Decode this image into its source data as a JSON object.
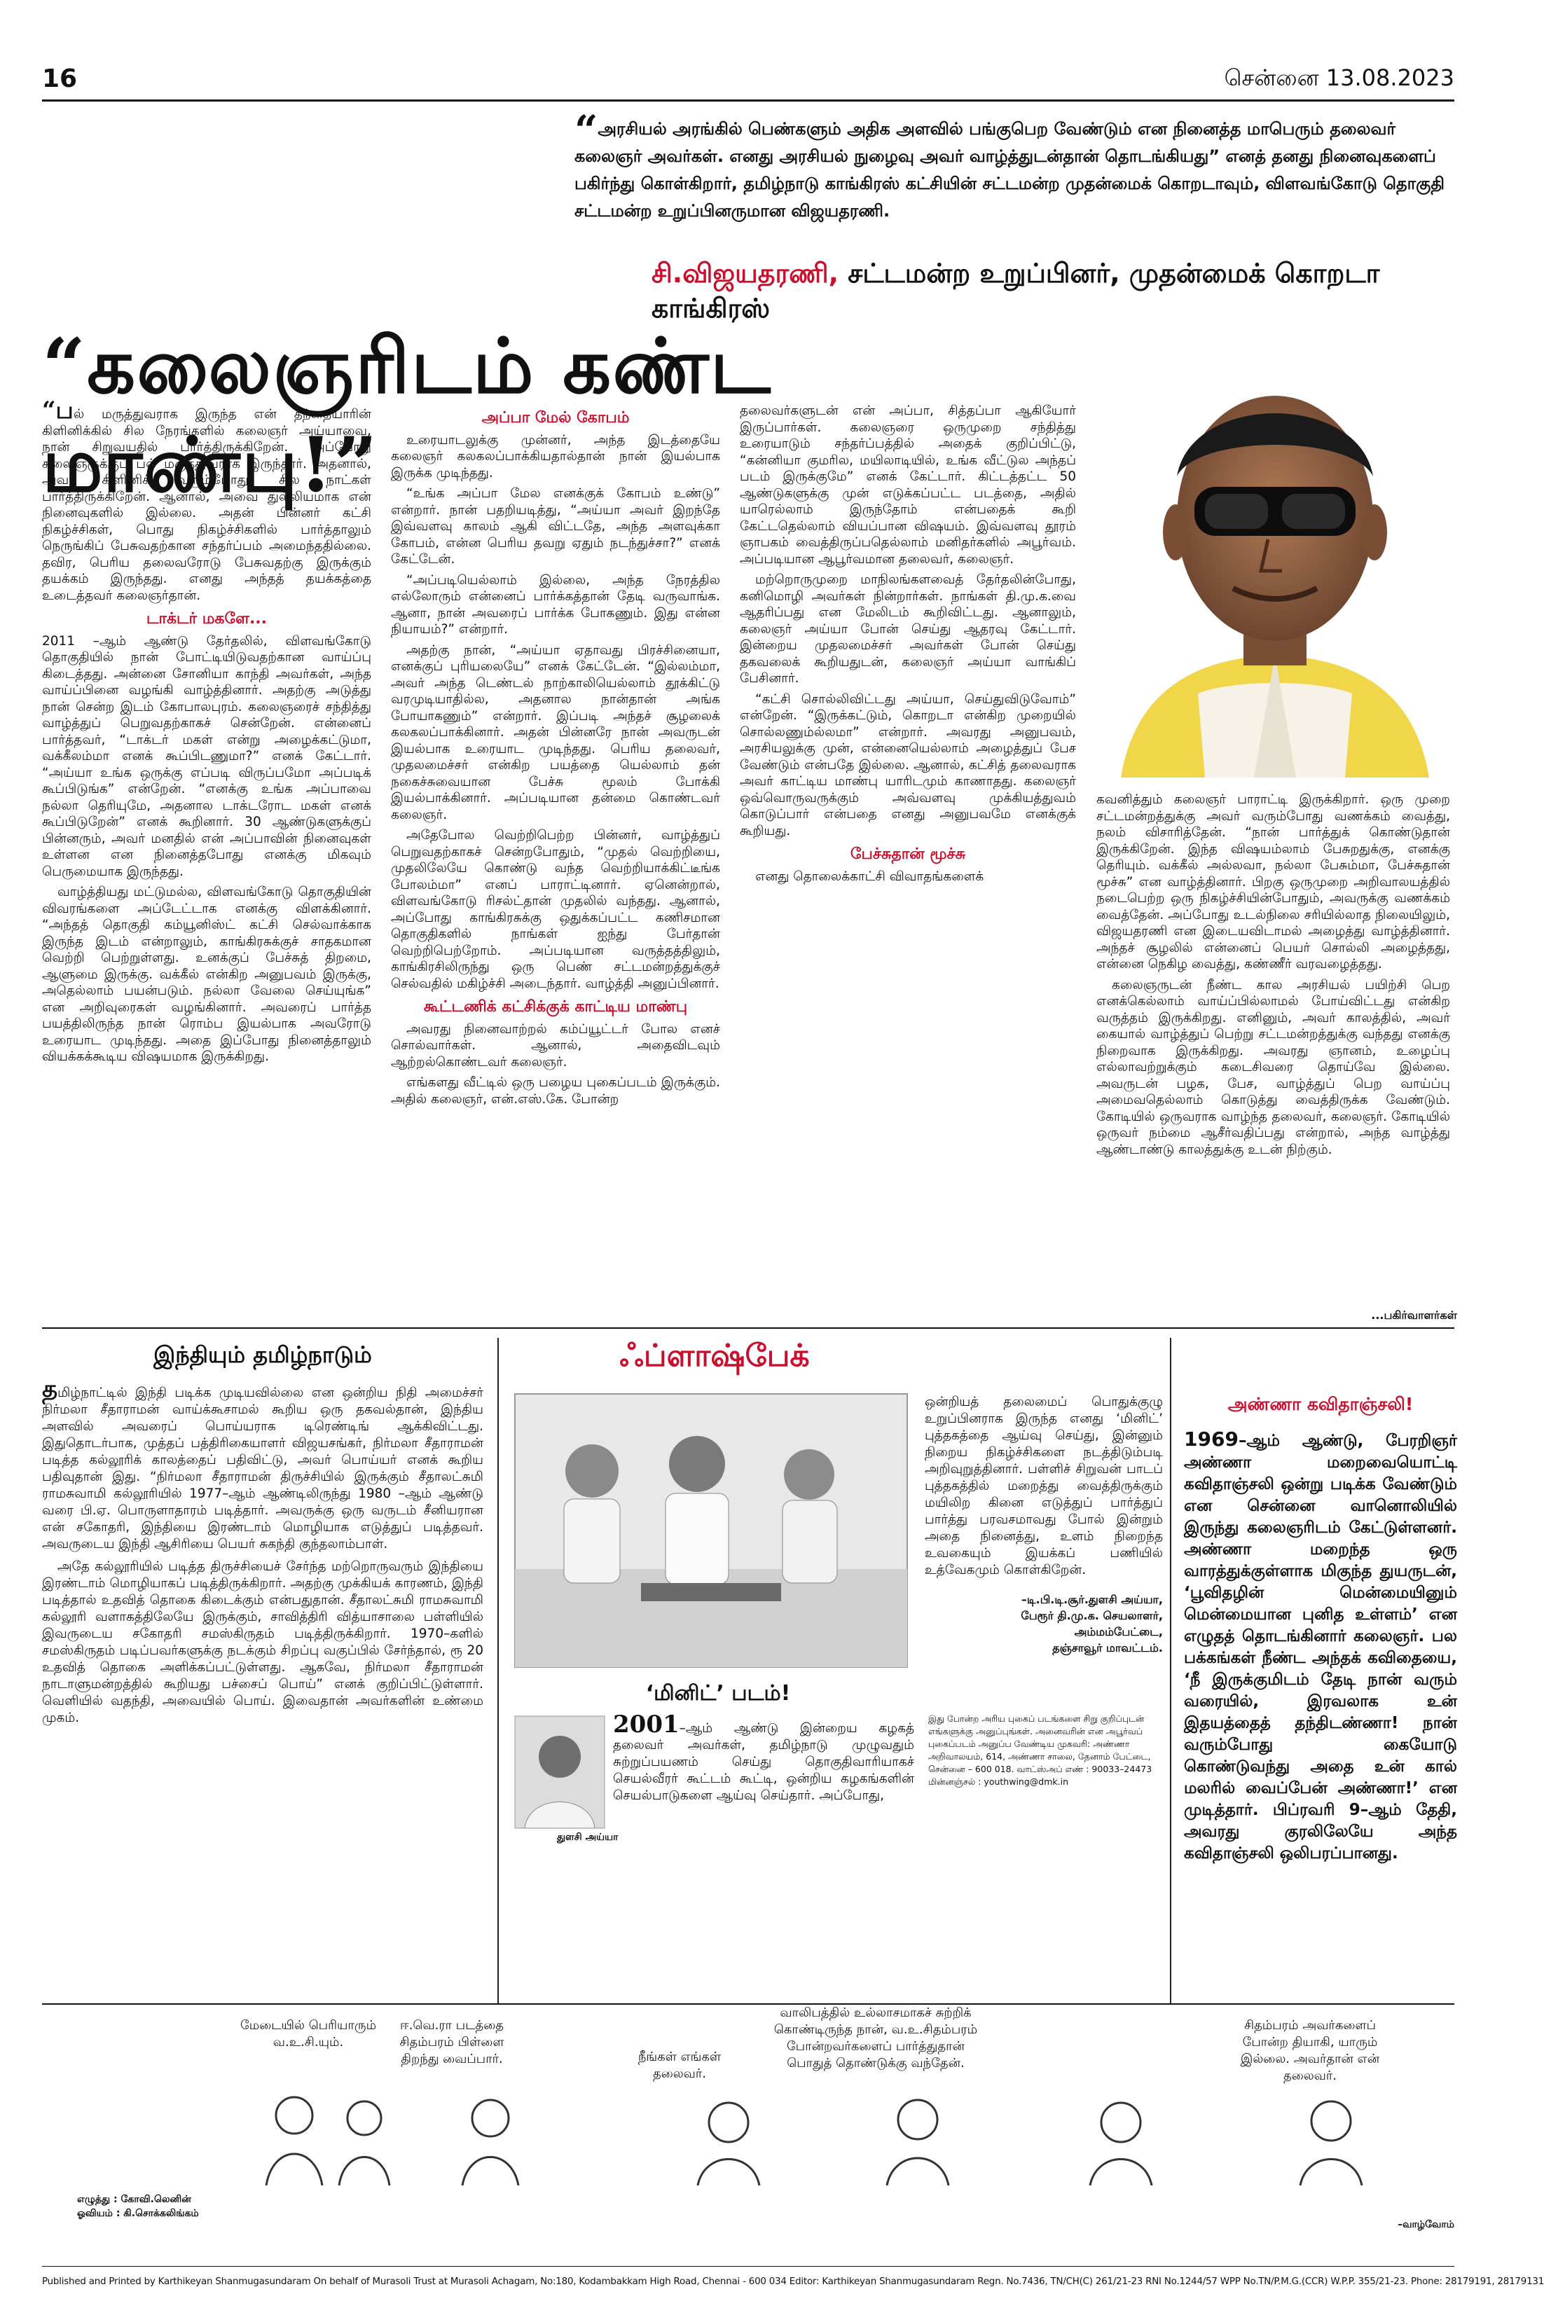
{
  "header": {
    "page_number": "16",
    "date": "சென்னை 13.08.2023"
  },
  "top_quote": "அரசியல் அரங்கில் பெண்களும் அதிக அளவில் பங்குபெற வேண்டும் என நினைத்த மாபெரும் தலைவர் கலைஞர் அவர்கள். எனது அரசியல் நுழைவு அவர் வாழ்த்துடன்தான் தொடங்கியது” எனத் தனது நினைவுகளைப் பகிர்ந்து கொள்கிறார், தமிழ்நாடு காங்கிரஸ் கட்சியின் சட்டமன்ற முதன்மைக் கொறடாவும், விளவங்கோடு தொகுதி சட்டமன்ற உறுப்பினருமான விஜயதரணி.",
  "byline": {
    "name": "சி.விஜயதரணி,",
    "role": " சட்டமன்ற உறுப்பினர், முதன்மைக் கொறடா காங்கிரஸ்"
  },
  "headline": "“கலைஞரிடம் கண்ட மாண்பு!”",
  "col1": {
    "p1": "ல் மருத்துவராக இருந்த என் தந்தையாரின் கிளினிக்கில் சில நேரங்களில் கலைஞர் அய்யாவை, நான் சிறுவயதில் பார்த்திருக்கிறேன். அப்போது கலைஞருக்குப் பல் மருத்துவராக இருந்தார். அதனால், அவர் கிளினிக் வரும்போது, சில நாட்கள் பார்த்திருக்கிறேன். ஆனால், அவை துல்லியமாக என் நினைவுகளில் இல்லை. அதன் பின்னர் கட்சி நிகழ்ச்சிகள், பொது நிகழ்ச்சிகளில் பார்த்தாலும் நெருங்கிப் பேசுவதற்கான சந்தர்ப்பம் அமைந்ததில்லை. தவிர, பெரிய தலைவரோடு பேசுவதற்கு இருக்கும் தயக்கம் இருந்தது. எனது அந்தத் தயக்கத்தை உடைத்தவர் கலைஞர்தான்.",
    "sub1": "டாக்டர் மகளே...",
    "p2": "2011 –ஆம் ஆண்டு தேர்தலில், விளவங்கோடு தொகுதியில் நான் போட்டியிடுவதற்கான வாய்ப்பு கிடைத்தது. அன்னை சோனியா காந்தி அவர்கள், அந்த வாய்ப்பினை வழங்கி வாழ்த்தினார். அதற்கு அடுத்து நான் சென்ற இடம் கோபாலபுரம். கலைஞரைச் சந்தித்து வாழ்த்துப் பெறுவதற்காகச் சென்றேன். என்னைப் பார்த்தவர், “டாக்டர் மகள் என்று அழைக்கட்டுமா, வக்கீலம்மா எனக் கூப்பிடணுமா?” எனக் கேட்டார். “அய்யா உங்க ஒருக்கு எப்படி விருப்பமோ அப்படிக் கூப்பிடுங்க” என்றேன். “எனக்கு உங்க அப்பாவை நல்லா தெரியுமே, அதனால டாக்டரோட மகள் எனக் கூப்பிடுறேன்” எனக் கூறினார். 30 ஆண்டுகளுக்குப் பின்னரும், அவர் மனதில் என் அப்பாவின் நினைவுகள் உள்ளன என நினைத்தபோது எனக்கு மிகவும் பெருமையாக இருந்தது.",
    "p3": "வாழ்த்தியது மட்டுமல்ல, விளவங்கோடு தொகுதியின் விவரங்களை அப்டேட்டாக எனக்கு விளக்கினார். “அந்தத் தொகுதி கம்யூனிஸ்ட் கட்சி செல்வாக்காக இருந்த இடம் என்றாலும், காங்கிரசுக்குச் சாதகமான வெற்றி பெற்றுள்ளது. உனக்குப் பேச்சுத் திறமை, ஆளுமை இருக்கு. வக்கீல் என்கிற அனுபவம் இருக்கு, அதெல்லாம் பயன்படும். நல்லா வேலை செய்யுங்க” என அறிவுரைகள் வழங்கினார். அவரைப் பார்த்த பயத்திலிருந்த நான் ரொம்ப இயல்பாக அவரோடு உரையாட முடிந்தது. அதை இப்போது நினைத்தாலும் வியக்கக்கூடிய விஷயமாக இருக்கிறது."
  },
  "col2": {
    "sub1": "அப்பா மேல் கோபம்",
    "p1": "உரையாடலுக்கு முன்னர், அந்த இடத்தையே கலைஞர் கலகலப்பாக்கியதால்தான் நான் இயல்பாக இருக்க முடிந்தது.",
    "p2": "“உங்க அப்பா மேல எனக்குக் கோபம் உண்டு” என்றார். நான் பதறியடித்து, “அய்யா அவர் இறந்தே இவ்வளவு காலம் ஆகி விட்டதே, அந்த அளவுக்கா கோபம், என்ன பெரிய தவறு ஏதும் நடந்துச்சா?” எனக் கேட்டேன்.",
    "p3": "“அப்படியெல்லாம் இல்லை, அந்த நேரத்தில எல்லோரும் என்னைப் பார்க்கத்தான் தேடி வருவாங்க. ஆனா, நான் அவரைப் பார்க்க போகணும். இது என்ன நியாயம்?” என்றார்.",
    "p4": "அதற்கு நான், “அய்யா ஏதாவது பிரச்சினையா, எனக்குப் புரியலையே” எனக் கேட்டேன். “இல்லம்மா, அவர் அந்த டெண்டல் நாற்காலியெல்லாம் தூக்கிட்டு வரமுடியாதில்ல, அதனால நான்தான் அங்க போயாகணும்” என்றார். இப்படி அந்தச் சூழலைக் கலகலப்பாக்கினார். அதன் பின்னரே நான் அவருடன் இயல்பாக உரையாட முடிந்தது. பெரிய தலைவர், முதலமைச்சர் என்கிற பயத்தை யெல்லாம் தன் நகைச்சுவையான பேச்சு மூலம் போக்கி இயல்பாக்கினார். அப்படியான தன்மை கொண்டவர் கலைஞர்.",
    "p5": "அதேபோல வெற்றிபெற்ற பின்னர், வாழ்த்துப் பெறுவதற்காகச் சென்றபோதும், “முதல் வெற்றியை, முதலிலேயே கொண்டு வந்த வெற்றியாக்கிட்டீங்க போலம்மா” எனப் பாராட்டினார். ஏனென்றால், விளவங்கோடு ரிசல்ட்தான் முதலில் வந்தது. ஆனால், அப்போது காங்கிரசுக்கு ஒதுக்கப்பட்ட கணிசமான தொகுதிகளில் நாங்கள் ஐந்து பேர்தான் வெற்றிபெற்றோம். அப்படியான வருத்தத்திலும், காங்கிரசிலிருந்து ஒரு பெண் சட்டமன்றத்துக்குச் செல்வதில் மகிழ்ச்சி அடைந்தார். வாழ்த்தி அனுப்பினார்.",
    "sub2": "கூட்டணிக் கட்சிக்குக் காட்டிய மாண்பு",
    "p6": "அவரது நினைவாற்றல் கம்ப்யூட்டர் போல எனச் சொல்வார்கள். ஆனால், அதைவிடவும் ஆற்றல்கொண்டவர் கலைஞர்.",
    "p7": "எங்களது வீட்டில் ஒரு பழைய புகைப்படம் இருக்கும். அதில் கலைஞர், என்.எஸ்.கே. போன்ற"
  },
  "col3": {
    "p1": "தலைவர்களுடன் என் அப்பா, சித்தப்பா ஆகியோர் இருப்பார்கள். கலைஞரை ஒருமுறை சந்தித்து உரையாடும் சந்தர்ப்பத்தில் அதைக் குறிப்பிட்டு, “கன்னியா குமரில, மயிலாடியில், உங்க வீட்டுல அந்தப் படம் இருக்குமே” எனக் கேட்டார். கிட்டத்தட்ட 50 ஆண்டுகளுக்கு முன் எடுக்கப்பட்ட படத்தை, அதில் யாரெல்லாம் இருந்தோம் என்பதைக் கூறி கேட்டதெல்லாம் வியப்பான விஷயம். இவ்வளவு தூரம் ஞாபகம் வைத்திருப்பதெல்லாம் மனிதர்களில் அபூர்வம். அப்படியான ஆபூர்வமான தலைவர், கலைஞர்.",
    "p2": "மற்றொருமுறை மாநிலங்களவைத் தேர்தலின்போது, கனிமொழி அவர்கள் நின்றார்கள். நாங்கள் தி.மு.க.வை ஆதரிப்பது என மேலிடம் கூறிவிட்டது. ஆனாலும், கலைஞர் அய்யா போன் செய்து ஆதரவு கேட்டார். இன்றைய முதலமைச்சர் அவர்கள் போன் செய்து தகவலைக் கூறியதுடன், கலைஞர் அய்யா வாங்கிப் பேசினார்.",
    "p3": "“கட்சி சொல்லிவிட்டது அய்யா, செய்துவிடுவோம்” என்றேன். “இருக்கட்டும், கொறடா என்கிற முறையில் சொல்லணும்ல்லமா” என்றார். அவரது அனுபவம், அரசியலுக்கு முன், என்னையெல்லாம் அழைத்துப் பேச வேண்டும் என்பதே இல்லை. ஆனால், கட்சித் தலைவராக அவர் காட்டிய மாண்பு யாரிடமும் காணாதது. கலைஞர் ஒவ்வொருவருக்கும் அவ்வளவு முக்கியத்துவம் கொடுப்பார் என்பதை எனது அனுபவமே எனக்குக் கூறியது.",
    "sub1": "பேச்சுதான் மூச்சு",
    "p4": "எனது தொலைக்காட்சி விவாதங்களைக்"
  },
  "col4": {
    "p1": "கவனித்தும் கலைஞர் பாராட்டி இருக்கிறார். ஒரு முறை சட்டமன்றத்துக்கு அவர் வரும்போது வணக்கம் வைத்து, நலம் விசாரித்தேன். “நான் பார்த்துக் கொண்டுதான் இருக்கிறேன். இந்த விஷயம்லாம் பேசுறதுக்கு, எனக்கு தெரியும். வக்கீல் அல்லவா, நல்லா பேசும்மா, பேச்சுதான் மூச்சு” என வாழ்த்தினார். பிறகு ஒருமுறை அறிவாலயத்தில் நடைபெற்ற ஒரு நிகழ்ச்சியின்போதும், அவருக்கு வணக்கம் வைத்தேன். அப்போது உடல்நிலை சரியில்லாத நிலையிலும், விஜயதரணி என இடையவிடாமல் அழைத்து வாழ்த்தினார். அந்தச் சூழலில் என்னைப் பெயர் சொல்லி அழைத்தது, என்னை நெகிழ வைத்து, கண்ணீர் வரவழைத்தது.",
    "p2": "கலைஞருடன் நீண்ட கால அரசியல் பயிற்சி பெற எனக்கெல்லாம் வாய்ப்பில்லாமல் போய்விட்டது என்கிற வருத்தம் இருக்கிறது. எனினும், அவர் காலத்தில், அவர் கையால் வாழ்த்துப் பெற்று சட்டமன்றத்துக்கு வந்தது எனக்கு நிறைவாக இருக்கிறது. அவரது ஞானம், உழைப்பு எல்லாவற்றுக்கும் கடைசிவரை தொய்வே இல்லை. அவருடன் பழக, பேச, வாழ்த்துப் பெற வாய்ப்பு அமைவதெல்லாம் கொடுத்து வைத்திருக்க வேண்டும். கோடியில் ஒருவராக வாழ்ந்த தலைவர், கலைஞர். கோடியில் ஒருவர் நம்மை ஆசீர்வதிப்பது என்றால், அந்த வாழ்த்து ஆண்டாண்டு காலத்துக்கு உடன் நிற்கும்."
  },
  "article_author": "...பகிர்வாளர்கள்",
  "india_tamilnadu": {
    "title": "இந்தியும் தமிழ்நாடும்",
    "p1": "மிழ்நாட்டில் இந்தி படிக்க முடியவில்லை என ஒன்றிய நிதி அமைச்சர் நிர்மலா சீதாராமன் வாய்க்கூசாமல் கூறிய ஒரு தகவல்தான், இந்திய அளவில் அவரைப் பொய்யராக டிரெண்டிங் ஆக்கிவிட்டது. இதுதொடர்பாக, முத்தப் பத்திரிகையாளர் விஜயசங்கர், நிர்மலா சீதாராமன் படித்த கல்லூரிக் காலத்தைப் பதிவிட்டு, அவர் பொய்யர் எனக் கூறிய பதிவுதான் இது. “நிர்மலா சீதாராமன் திருச்சியில் இருக்கும் சீதாலட்சுமி ராமசுவாமி கல்லூரியில் 1977–ஆம் ஆண்டிலிருந்து 1980 –ஆம் ஆண்டு வரை பி.ஏ. பொருளாதாரம் படித்தார். அவருக்கு ஒரு வருடம் சீனியரான என் சகோதரி, இந்தியை இரண்டாம் மொழியாக எடுத்துப் படித்தவர். அவருடைய இந்தி ஆசிரியை பெயர் சுகந்தி குந்தலாம்பாள்.",
    "p2": "அதே கல்லூரியில் படித்த திருச்சியைச் சேர்ந்த மற்றொருவரும் இந்தியை இரண்டாம் மொழியாகப் படித்திருக்கிறார். அதற்கு முக்கியக் காரணம், இந்தி படித்தால் உதவித் தொகை கிடைக்கும் என்பதுதான். சீதாலட்சுமி ராமசுவாமி கல்லூரி வளாகத்திலேயே இருக்கும், சாவித்திரி வித்யாசாலை பள்ளியில் இவருடைய சகோதரி சமஸ்கிருதம் படித்திருக்கிறார். 1970–களில் சமஸ்கிருதம் படிப்பவர்களுக்கு நடக்கும் சிறப்பு வகுப்பில் சேர்ந்தால், ரூ 20 உதவித் தொகை அளிக்கப்பட்டுள்ளது. ஆகவே, நிர்மலா சீதாராமன் நாடாளுமன்றத்தில் கூறியது பச்சைப் பொய்” எனக் குறிப்பிட்டுள்ளார். வெளியில் வதந்தி, அவையில் பொய். இவைதான் அவர்களின் உண்மை முகம்."
  },
  "flashback": {
    "title": "ஃப்ளாஷ்பேக்",
    "photo_caption": "துளசி அய்யா",
    "right_text": "ஒன்றியத் தலைமைப் பொதுக்குழு உறுப்பினராக இருந்த எனது ‘மினிட்’ புத்தகத்தை ஆய்வு செய்து, இன்னும் நிறைய நிகழ்ச்சிகளை நடத்திடும்படி அறிவுறுத்தினார். பள்ளிச் சிறுவன் பாடப் புத்தகத்தில் மறைத்து வைத்திருக்கும் மயிலிற கினை எடுத்துப் பார்த்துப் பார்த்து பரவசமாவது போல் இன்றும் அதை நினைத்து, உளம் நிறைந்த உவகையும் இயக்கப் பணியில் உத்வேகமும் கொள்கிறேன்.",
    "signature": [
      "–டி.பி.டி.சூர்.துளசி அய்யா,",
      "பேரூர் தி.மு.க. செயலாளர்,",
      "அம்மம்பேட்டை,",
      "தஞ்சாவூர் மாவட்டம்."
    ],
    "minute_title": "‘மினிட்’ படம்!",
    "minute_year": "2001",
    "minute_text": "–ஆம் ஆண்டு இன்றைய கழகத் தலைவர் அவர்கள், தமிழ்நாடு முழுவதும் சுற்றுப்பயணம் செய்து தொகுதிவாரியாகச் செயல்வீரர் கூட்டம் கூட்டி, ஒன்றிய கழகங்களின் செயல்பாடுகளை ஆய்வு செய்தார். அப்போது,",
    "notice": "இது போன்ற அரிய புகைப் படங்களை சிறு குறிப்புடன் எங்களுக்கு அனுப்புங்கள். அனைவரின் என அபூர்வப் புகைப்படம் அனுப்ப வேண்டிய முகவரி: அண்ணா அறிவாலயம், 614, அண்ணா சாலை, தேனாம் பேட்டை, சென்னை – 600 018. வாட்ஸ்அப் எண் : 90033–24473 மின்னஞ்சல் : youthwing@dmk.in"
  },
  "anna": {
    "title": "அண்ணா கவிதாஞ்சலி!",
    "year": "1969",
    "text": "–ஆம் ஆண்டு, பேரறிஞர் அண்ணா மறைவையொட்டி கவிதாஞ்சலி ஒன்று படிக்க வேண்டும் என சென்னை வானொலியில் இருந்து கலைஞரிடம் கேட்டுள்ளனர். அண்ணா மறைந்த ஒரு வாரத்துக்குள்ளாக மிகுந்த துயருடன், ‘பூவிதழின் மென்மையினும் மென்மையான புனித உள்ளம்’ என எழுதத் தொடங்கினார் கலைஞர். பல பக்கங்கள் நீண்ட அந்தக் கவிதையை, ‘நீ இருக்குமிடம் தேடி நான் வரும் வரையில், இரவலாக உன் இதயத்தைத் தந்திடண்ணா! நான் வரும்போது கையோடு கொண்டுவந்து அதை உன் கால் மலரில் வைப்பேன் அண்ணா!’ என முடித்தார். பிப்ரவரி 9–ஆம் தேதி, அவரது குரலிலேயே அந்த கவிதாஞ்சலி ஒலிபரப்பானது."
  },
  "strip": {
    "c1": "மேடையில் பெரியாரும் வ.உ.சி.யும்.",
    "c2": "ஈ.வெ.ரா படத்தை சிதம்பரம் பிள்ளை திறந்து வைப்பார்.",
    "c3": "நீங்கள் எங்கள் தலைவர்.",
    "c4": "வாலிபத்தில் உல்லாசமாகச் சுற்றிக் கொண்டிருந்த நான், வ.உ.சிதம்பரம் போன்றவர்களைப் பார்த்துதான் பொதுத் தொண்டுக்கு வந்தேன்.",
    "c5": "சிதம்பரம் அவர்களைப் போன்ற தியாகி, யாரும் இல்லை. அவர்தான் என் தலைவர்."
  },
  "credits": {
    "writer": "எழுத்து : கோவி.லெனின்",
    "artist": "ஓவியம் : கி.சொக்கலிங்கம்",
    "continued": "–வாழ்வோம்"
  },
  "imprint": "Published and Printed by Karthikeyan Shanmugasundaram On behalf of Murasoli Trust at Murasoli Achagam, No:180, Kodambakkam High Road, Chennai - 600 034 Editor: Karthikeyan Shanmugasundaram Regn. No.7436, TN/CH(C) 261/21-23 RNI No.1244/57 WPP No.TN/P.M.G.(CCR) W.P.P. 355/21-23. Phone: 28179191, 28179131",
  "colors": {
    "accent_red": "#c8102e",
    "text": "#111111"
  }
}
